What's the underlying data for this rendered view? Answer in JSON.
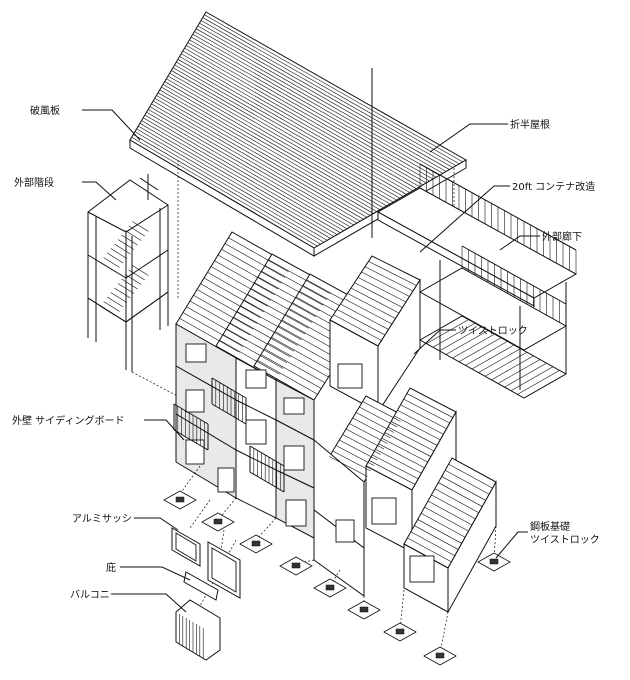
{
  "labels": {
    "hafuita": "破風板",
    "oriban_yane": "折半屋根",
    "gaibu_kaidan": "外部階段",
    "container_kaizo": "20ft コンテナ改造",
    "gaibu_roka": "外部廊下",
    "twist_lock": "ツイストロック",
    "gaiheki": "外壁 サイディングボード",
    "alumi_sash": "アルミサッシ",
    "hisashi": "庇",
    "balcony": "バルコニー",
    "kohan_kiso": "鋼板基礎",
    "kohan_kiso_twist": "ツイストロック"
  }
}
